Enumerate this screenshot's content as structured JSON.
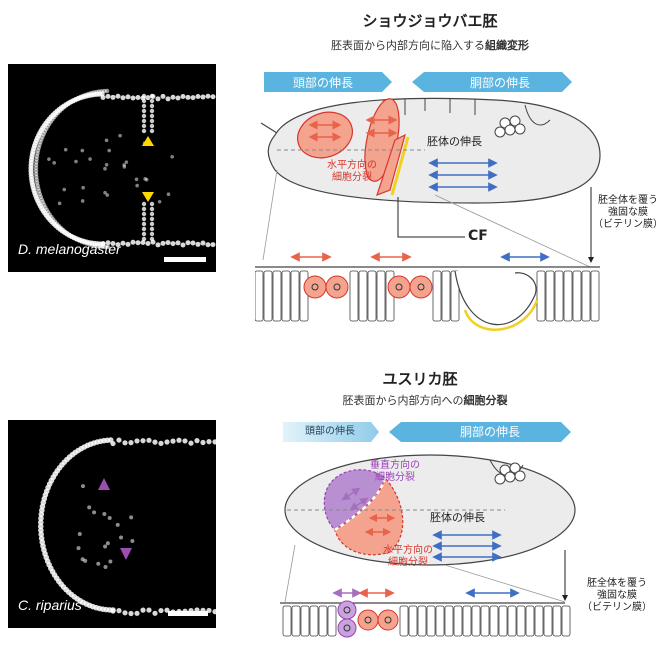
{
  "top": {
    "title": "ショウジョウバエ胚",
    "subtitle_plain": "胚表面から内部方向に陥入する",
    "subtitle_bold": "組織変形",
    "head_extension": "頭部の伸長",
    "trunk_extension": "胴部の伸長",
    "horizontal_division_line1": "水平方向の",
    "horizontal_division_line2": "細胞分裂",
    "embryo_extension": "胚体の伸長",
    "cf_label": "CF",
    "membrane_line1": "胚全体を覆う",
    "membrane_line2": "強固な膜",
    "membrane_line3": "（ビテリン膜）",
    "species": "D. melanogaster"
  },
  "bottom": {
    "title": "ユスリカ胚",
    "subtitle_plain": "胚表面から内部方向への",
    "subtitle_bold": "細胞分裂",
    "head_extension": "頭部の伸長",
    "trunk_extension": "胴部の伸長",
    "vertical_division_line1": "垂直方向の",
    "vertical_division_line2": "細胞分裂",
    "horizontal_division_line1": "水平方向の",
    "horizontal_division_line2": "細胞分裂",
    "embryo_extension": "胚体の伸長",
    "membrane_line1": "胚全体を覆う",
    "membrane_line2": "強固な膜",
    "membrane_line3": "（ビテリン膜）",
    "species": "C. riparius"
  },
  "colors": {
    "banner_blue": "#5bb4e0",
    "banner_light": "#a8d8f0",
    "red_arrow": "#e8634a",
    "blue_arrow": "#3f6fc4",
    "purple": "#a46fc0",
    "red_label": "#d8362b",
    "purple_label": "#9b3fb8",
    "yellow": "#f0d020"
  }
}
